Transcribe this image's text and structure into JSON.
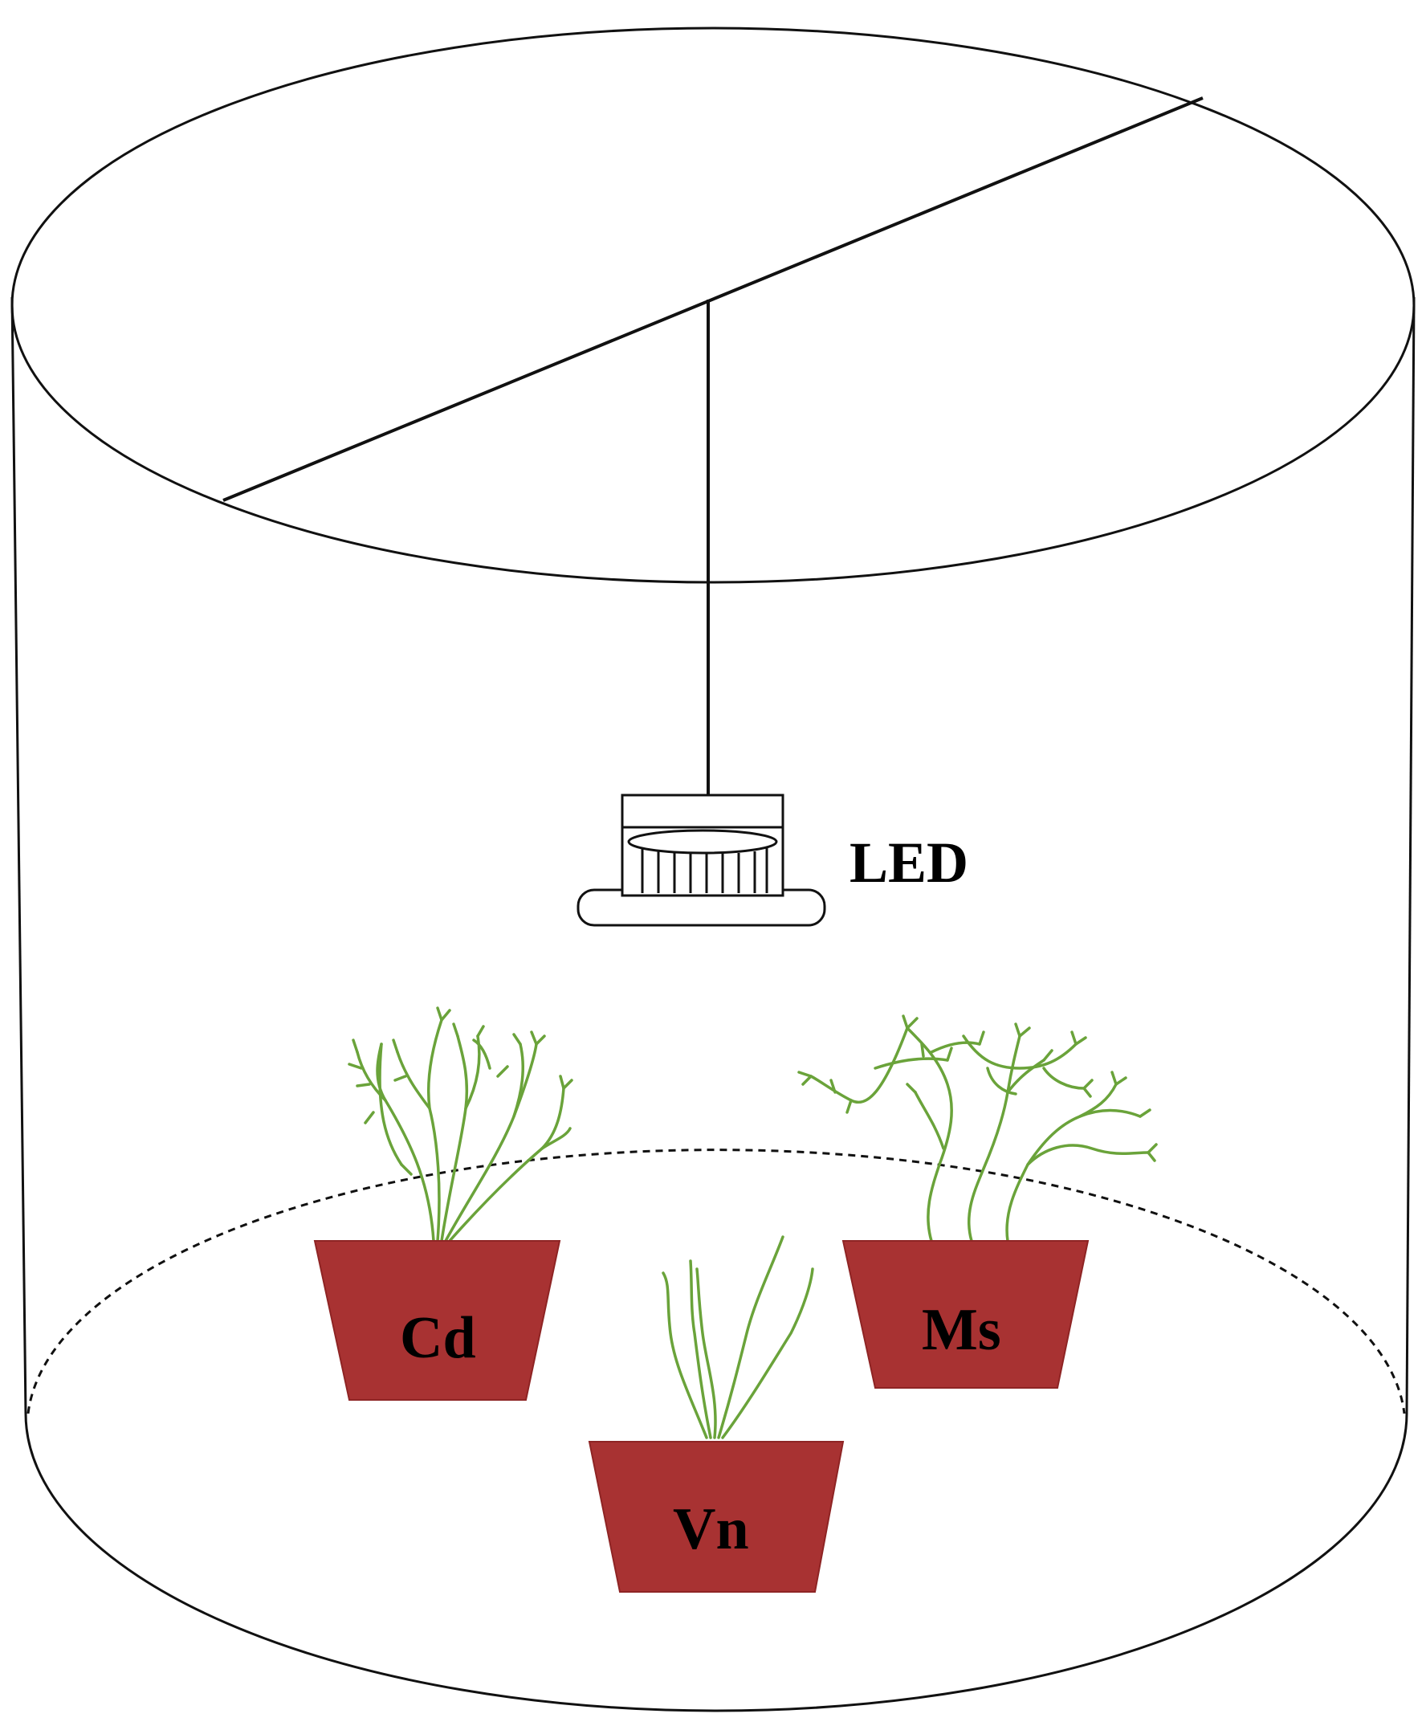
{
  "labels": {
    "led": "LED",
    "pot_left": "Cd",
    "pot_right": "Ms",
    "pot_bottom": "Vn"
  },
  "colors": {
    "pot": "#a83232",
    "plant": "#6aa33a",
    "outline": "#111111",
    "background": "#ffffff"
  }
}
